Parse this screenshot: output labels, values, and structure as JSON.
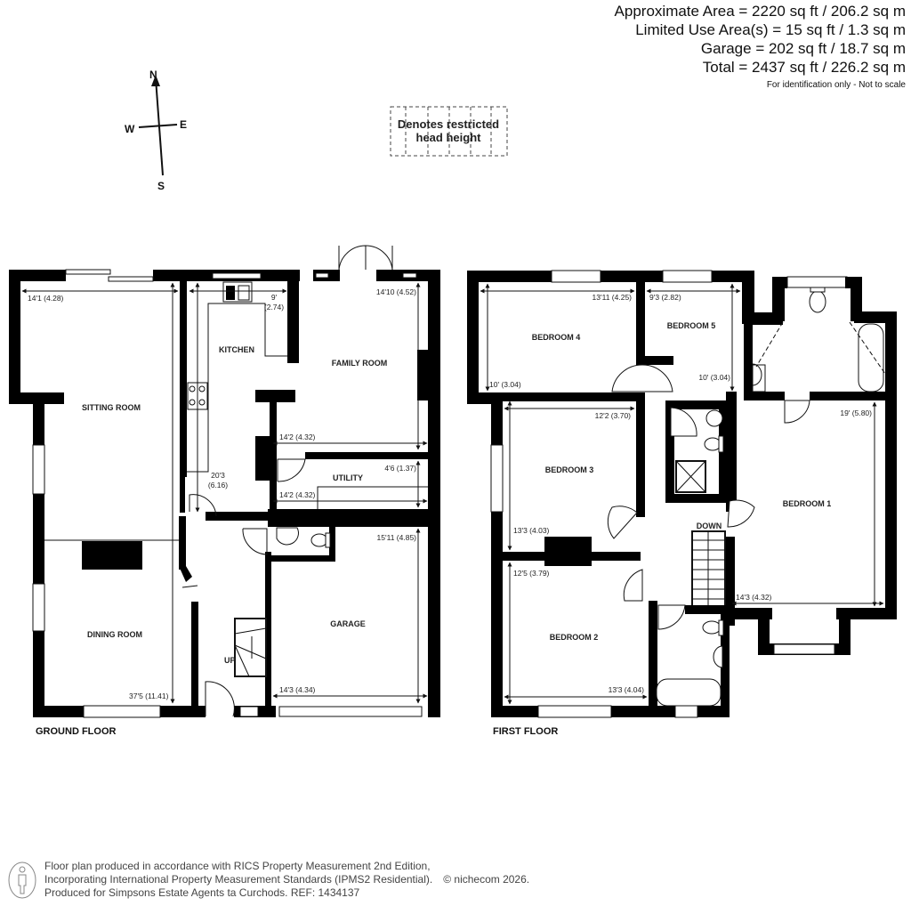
{
  "areas": {
    "approximate": "Approximate Area = 2220 sq ft / 206.2 sq m",
    "limited_use": "Limited Use Area(s) = 15 sq ft / 1.3 sq m",
    "garage": "Garage = 202 sq ft / 18.7 sq m",
    "total": "Total = 2437 sq ft / 226.2 sq m",
    "note": "For identification only - Not to scale"
  },
  "compass": {
    "n": "N",
    "s": "S",
    "e": "E",
    "w": "W"
  },
  "legend": {
    "line1": "Denotes restricted",
    "line2": "head height"
  },
  "ground_floor": {
    "label": "GROUND FLOOR",
    "rooms": {
      "sitting_room": "SITTING ROOM",
      "dining_room": "DINING ROOM",
      "kitchen": "KITCHEN",
      "family_room": "FAMILY ROOM",
      "utility": "UTILITY",
      "garage": "GARAGE",
      "up": "UP"
    },
    "dims": {
      "sitting_w": "14'1 (4.28)",
      "dining_len": "37'5 (11.41)",
      "kitchen_w1": "9'",
      "kitchen_w2": "(2.74)",
      "kitchen_l1": "20'3",
      "kitchen_l2": "(6.16)",
      "family_l": "14'10 (4.52)",
      "family_w": "14'2 (4.32)",
      "utility_d": "4'6 (1.37)",
      "utility_w": "14'2 (4.32)",
      "garage_l": "15'11 (4.85)",
      "garage_w": "14'3 (4.34)"
    }
  },
  "first_floor": {
    "label": "FIRST FLOOR",
    "rooms": {
      "bedroom1": "BEDROOM 1",
      "bedroom2": "BEDROOM 2",
      "bedroom3": "BEDROOM 3",
      "bedroom4": "BEDROOM 4",
      "bedroom5": "BEDROOM 5",
      "down": "DOWN"
    },
    "dims": {
      "bed4_w": "13'11 (4.25)",
      "bed4_d": "10' (3.04)",
      "bed5_w": "9'3 (2.82)",
      "bed5_d": "10' (3.04)",
      "bed3_w": "12'2 (3.70)",
      "bed3_d": "13'3 (4.03)",
      "bed2_d": "12'5 (3.79)",
      "bed2_w": "13'3 (4.04)",
      "bed1_l": "19' (5.80)",
      "bed1_w": "14'3 (4.32)"
    }
  },
  "footer": {
    "line1": "Floor plan produced in accordance with RICS Property Measurement 2nd Edition,",
    "line2": "Incorporating International Property Measurement Standards (IPMS2 Residential).",
    "copyright": "© nichecom 2026.",
    "line3": "Produced for Simpsons Estate Agents ta Curchods.   REF: 1434137"
  }
}
